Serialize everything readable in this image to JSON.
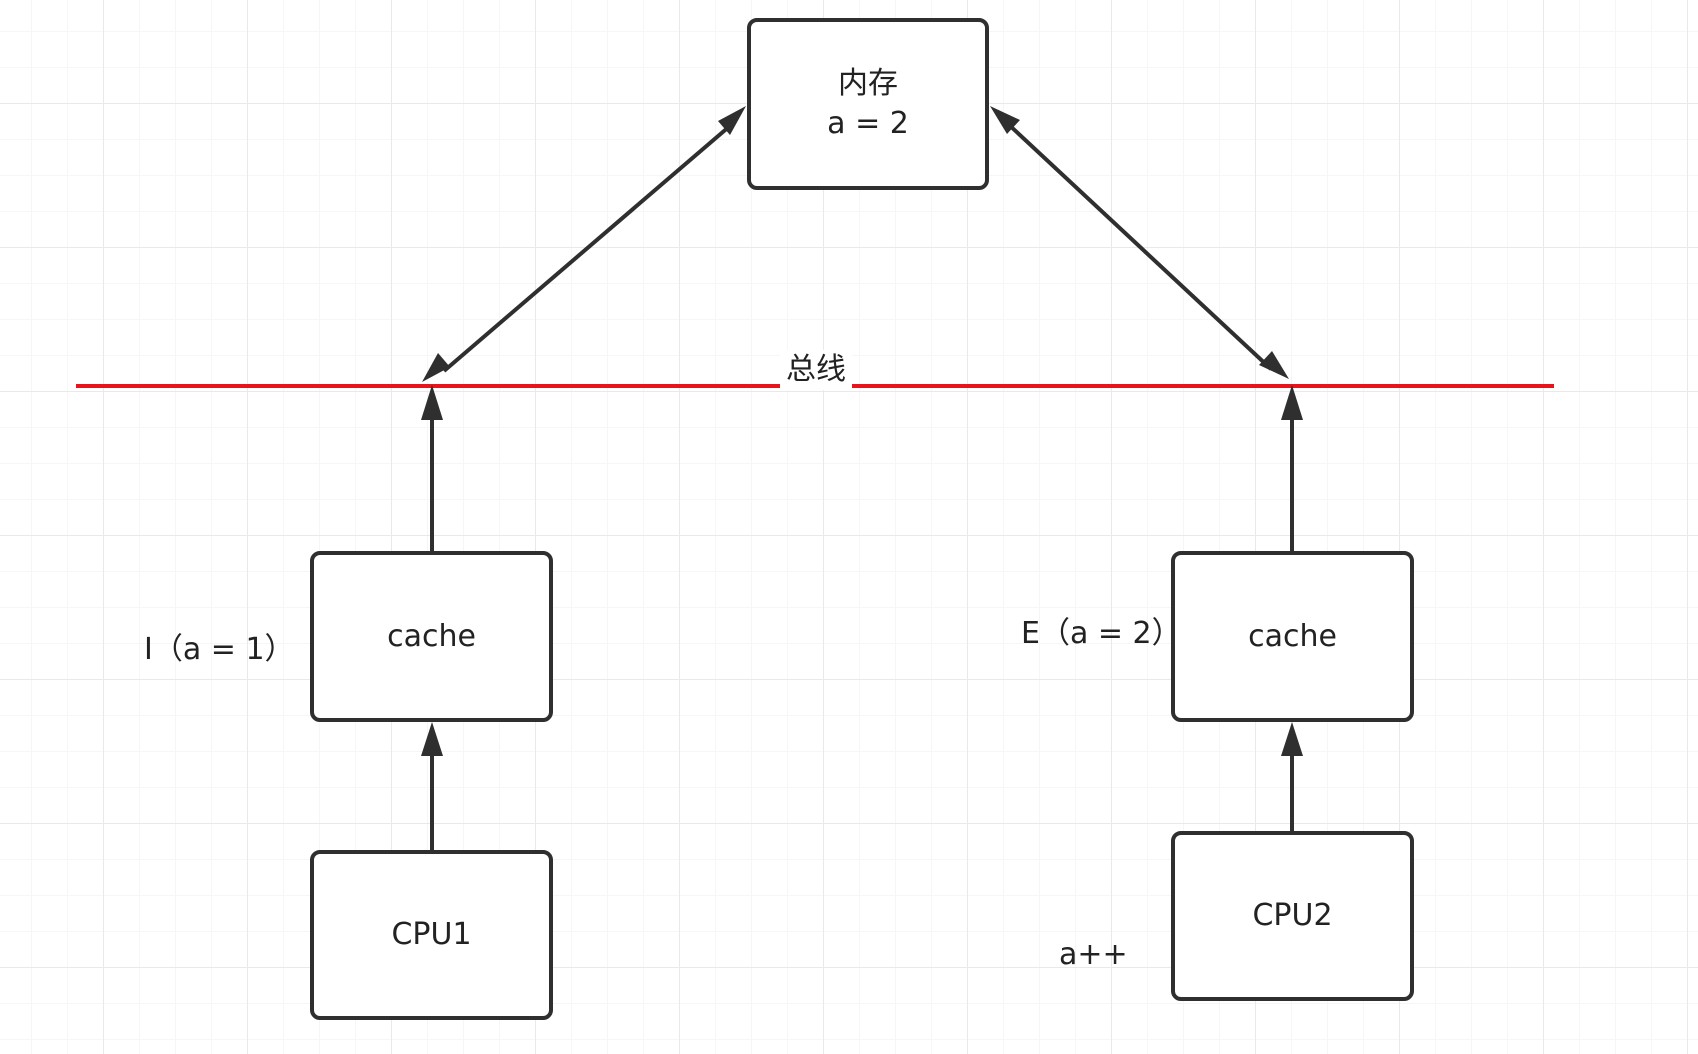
{
  "diagram": {
    "memory": {
      "title": "内存",
      "value": "a = 2"
    },
    "bus": {
      "label": "总线",
      "color": "#e8141b"
    },
    "cpu1": {
      "cache_label": "cache",
      "cpu_label": "CPU1",
      "state_label": "I（a = 1）"
    },
    "cpu2": {
      "cache_label": "cache",
      "cpu_label": "CPU2",
      "state_label": "E（a = 2）",
      "op_label": "a++"
    },
    "colors": {
      "stroke": "#2f2f2f",
      "text": "#222222",
      "grid": "#e9e9e9"
    }
  }
}
